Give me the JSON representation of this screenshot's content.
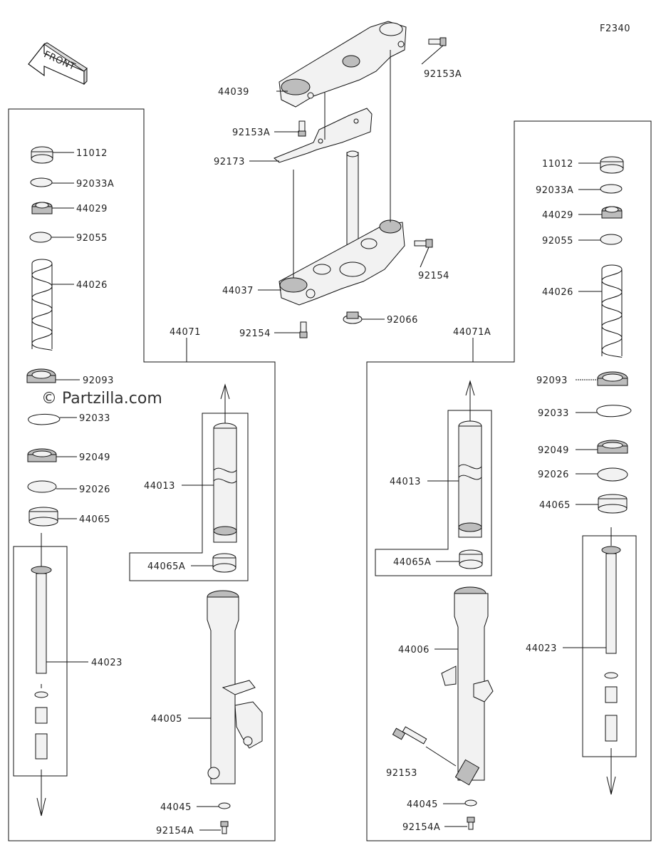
{
  "figure_code": "F2340",
  "front_label": "FRONT",
  "watermark": "© Partzilla.com",
  "labels": {
    "p44039": "44039",
    "p92153a_top": "92153A",
    "p92153a_mid": "92153A",
    "p92173": "92173",
    "p44037": "44037",
    "p92154_right": "92154",
    "p92154_left": "92154",
    "p92066": "92066",
    "l11012": "11012",
    "l92033a": "92033A",
    "l44029": "44029",
    "l92055": "92055",
    "l44026": "44026",
    "l92093": "92093",
    "l92033": "92033",
    "l92049": "92049",
    "l92026": "92026",
    "l44065": "44065",
    "l44023": "44023",
    "l44071": "44071",
    "l44013": "44013",
    "l44065a": "44065A",
    "l44005": "44005",
    "l44045": "44045",
    "l92154a": "92154A",
    "r11012": "11012",
    "r92033a": "92033A",
    "r44029": "44029",
    "r92055": "92055",
    "r44026": "44026",
    "r92093": "92093",
    "r92033": "92033",
    "r92049": "92049",
    "r92026": "92026",
    "r44065": "44065",
    "r44023": "44023",
    "r44071a": "44071A",
    "r44013": "44013",
    "r44065a": "44065A",
    "r44006": "44006",
    "r92153": "92153",
    "r44045": "44045",
    "r92154a": "92154A"
  }
}
